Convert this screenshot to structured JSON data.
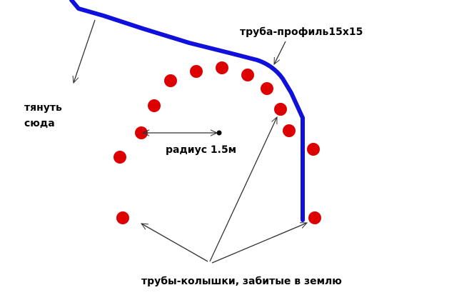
{
  "labels": {
    "tube_profile": "труба-профиль15х15",
    "pull_line1": "тянуть",
    "pull_line2": "сюда",
    "radius": "радиус 1.5м",
    "stakes": "трубы-колышки, забитые в землю"
  },
  "colors": {
    "tube": "#1010dd",
    "stake": "#dd0000",
    "arrow": "#333333",
    "text": "#000000",
    "background": "#ffffff"
  }
}
